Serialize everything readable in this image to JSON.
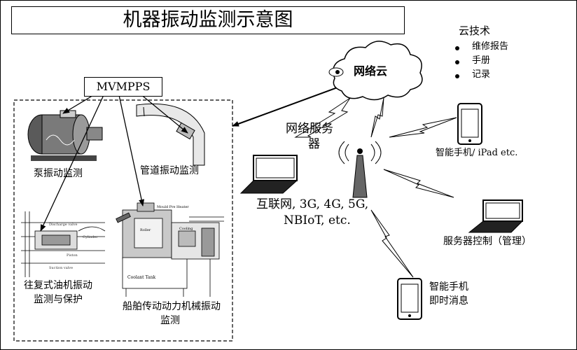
{
  "title": "机器振动监测示意图",
  "mvmpps": "MVMPPS",
  "cloud": {
    "label": "网络云",
    "tech_title": "云技术",
    "tech_items": [
      "维修报告",
      "手册",
      "记录"
    ]
  },
  "server_label_line1": "网络服务",
  "server_label_line2": "器",
  "network_line1": "互联网, 3G, 4G, 5G,",
  "network_line2": "NBIoT, etc.",
  "devices": {
    "phone_ipad": "智能手机/ iPad etc.",
    "server_control": "服务器控制（管理）",
    "phone_msg_line1": "智能手机",
    "phone_msg_line2": "即时消息"
  },
  "machines": {
    "pump": "泵振动监测",
    "pipe": "管道振动监测",
    "recip_line1": "往复式油机振动",
    "recip_line2": "监测与保护",
    "ship_line1": "船舶传动动力机械振动",
    "ship_line2": "监测"
  },
  "ship_diagram_labels": [
    "Mould Pre Heater",
    "Roller",
    "Cooling",
    "Coolant Tank"
  ]
}
